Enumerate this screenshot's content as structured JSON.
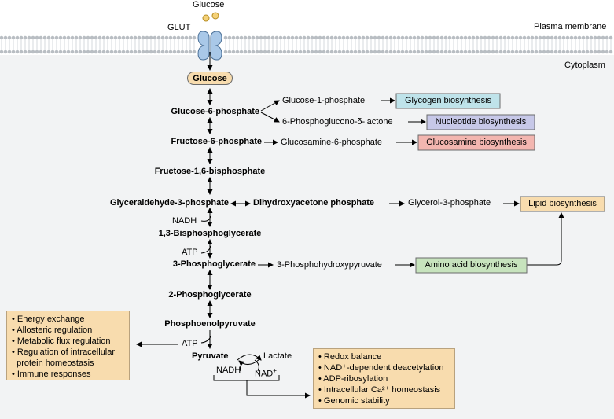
{
  "membrane": {
    "glucose_outside": "Glucose",
    "transporter": "GLUT",
    "membrane_label": "Plasma membrane",
    "cytoplasm_label": "Cytoplasm"
  },
  "pathway": {
    "glucose": "Glucose",
    "g6p": "Glucose-6-phosphate",
    "f6p": "Fructose-6-phosphate",
    "f16bp": "Fructose-1,6-bisphosphate",
    "g3p": "Glyceraldehyde-3-phosphate",
    "dhap": "Dihydroxyacetone phosphate",
    "bpg13": "1,3-Bisphosphoglycerate",
    "pg3": "3-Phosphoglycerate",
    "pg2": "2-Phosphoglycerate",
    "pep": "Phosphoenolpyruvate",
    "pyruvate": "Pyruvate",
    "lactate": "Lactate"
  },
  "cofactors": {
    "nadh_glycolysis": "NADH",
    "atp_pgk": "ATP",
    "atp_pk": "ATP",
    "nadh_ldh": "NADH",
    "nad_ldh": "NAD",
    "nad_sup": "+"
  },
  "branches": {
    "g1p": "Glucose-1-phosphate",
    "pgl": "6-Phosphoglucono-δ-lactone",
    "glcn6p": "Glucosamine-6-phosphate",
    "gro3p": "Glycerol-3-phosphate",
    "php": "3-Phosphohydroxypyruvate"
  },
  "fates": {
    "glycogen": {
      "label": "Glycogen biosynthesis",
      "color": "#bfe3ea"
    },
    "nucleotide": {
      "label": "Nucleotide biosynthesis",
      "color": "#c7c8e8"
    },
    "glucosamine": {
      "label": "Glucosamine biosynthesis",
      "color": "#f3b6b0"
    },
    "lipid": {
      "label": "Lipid biosynthesis",
      "color": "#f8dcae"
    },
    "aminoacid": {
      "label": "Amino acid biosynthesis",
      "color": "#c7e3bd"
    }
  },
  "atp_roles": [
    "• Energy exchange",
    "• Allosteric regulation",
    "• Metabolic flux regulation",
    "• Regulation of intracellular",
    "  protein homeostasis",
    "• Immune responses"
  ],
  "nad_roles": [
    "• Redox balance",
    "• NAD⁺-dependent deacetylation",
    "• ADP-ribosylation",
    "• Intracellular Ca²⁺ homeostasis",
    "• Genomic stability"
  ],
  "colors": {
    "cytoplasm": "#f2f3f4",
    "membrane_head": "#b9bec3",
    "transporter": "#a9c8e8",
    "glucose_dot": "#f4d178",
    "highlight_box": "#f8dcae"
  }
}
